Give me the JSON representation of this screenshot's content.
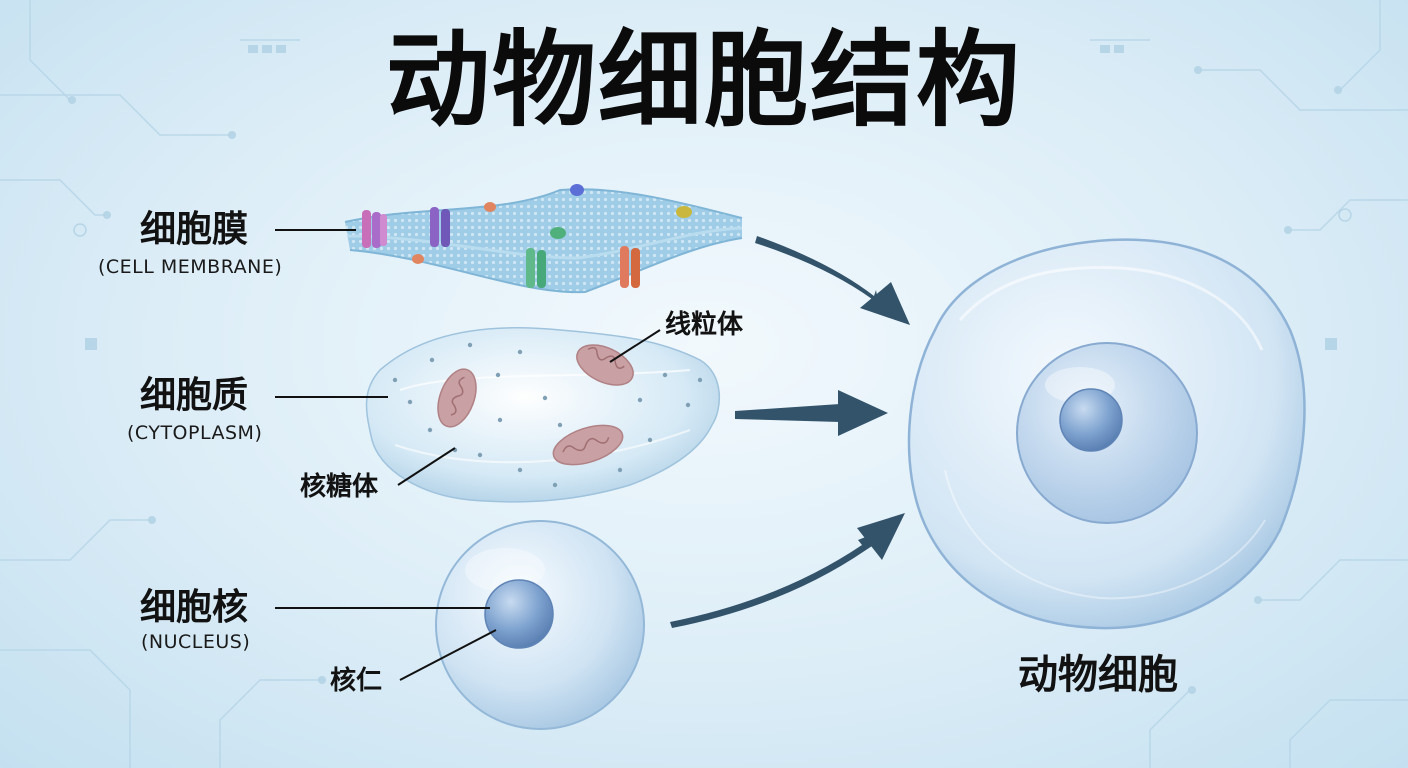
{
  "title": "动物细胞结构",
  "components": [
    {
      "id": "membrane",
      "label_zh": "细胞膜",
      "label_en": "(CELL MEMBRANE)"
    },
    {
      "id": "cytoplasm",
      "label_zh": "细胞质",
      "label_en": "(CYTOPLASM)"
    },
    {
      "id": "nucleus",
      "label_zh": "细胞核",
      "label_en": "(NUCLEUS)"
    }
  ],
  "sublabels": {
    "mitochondria": "线粒体",
    "ribosome": "核糖体",
    "nucleolus": "核仁"
  },
  "result_label": "动物细胞",
  "colors": {
    "arrow": "#33536b",
    "membrane": "#8fc3e0",
    "cell_body": "#a9cde8",
    "nucleus_core": "#6f95c7",
    "mitochondria": "#c9a0a3"
  }
}
